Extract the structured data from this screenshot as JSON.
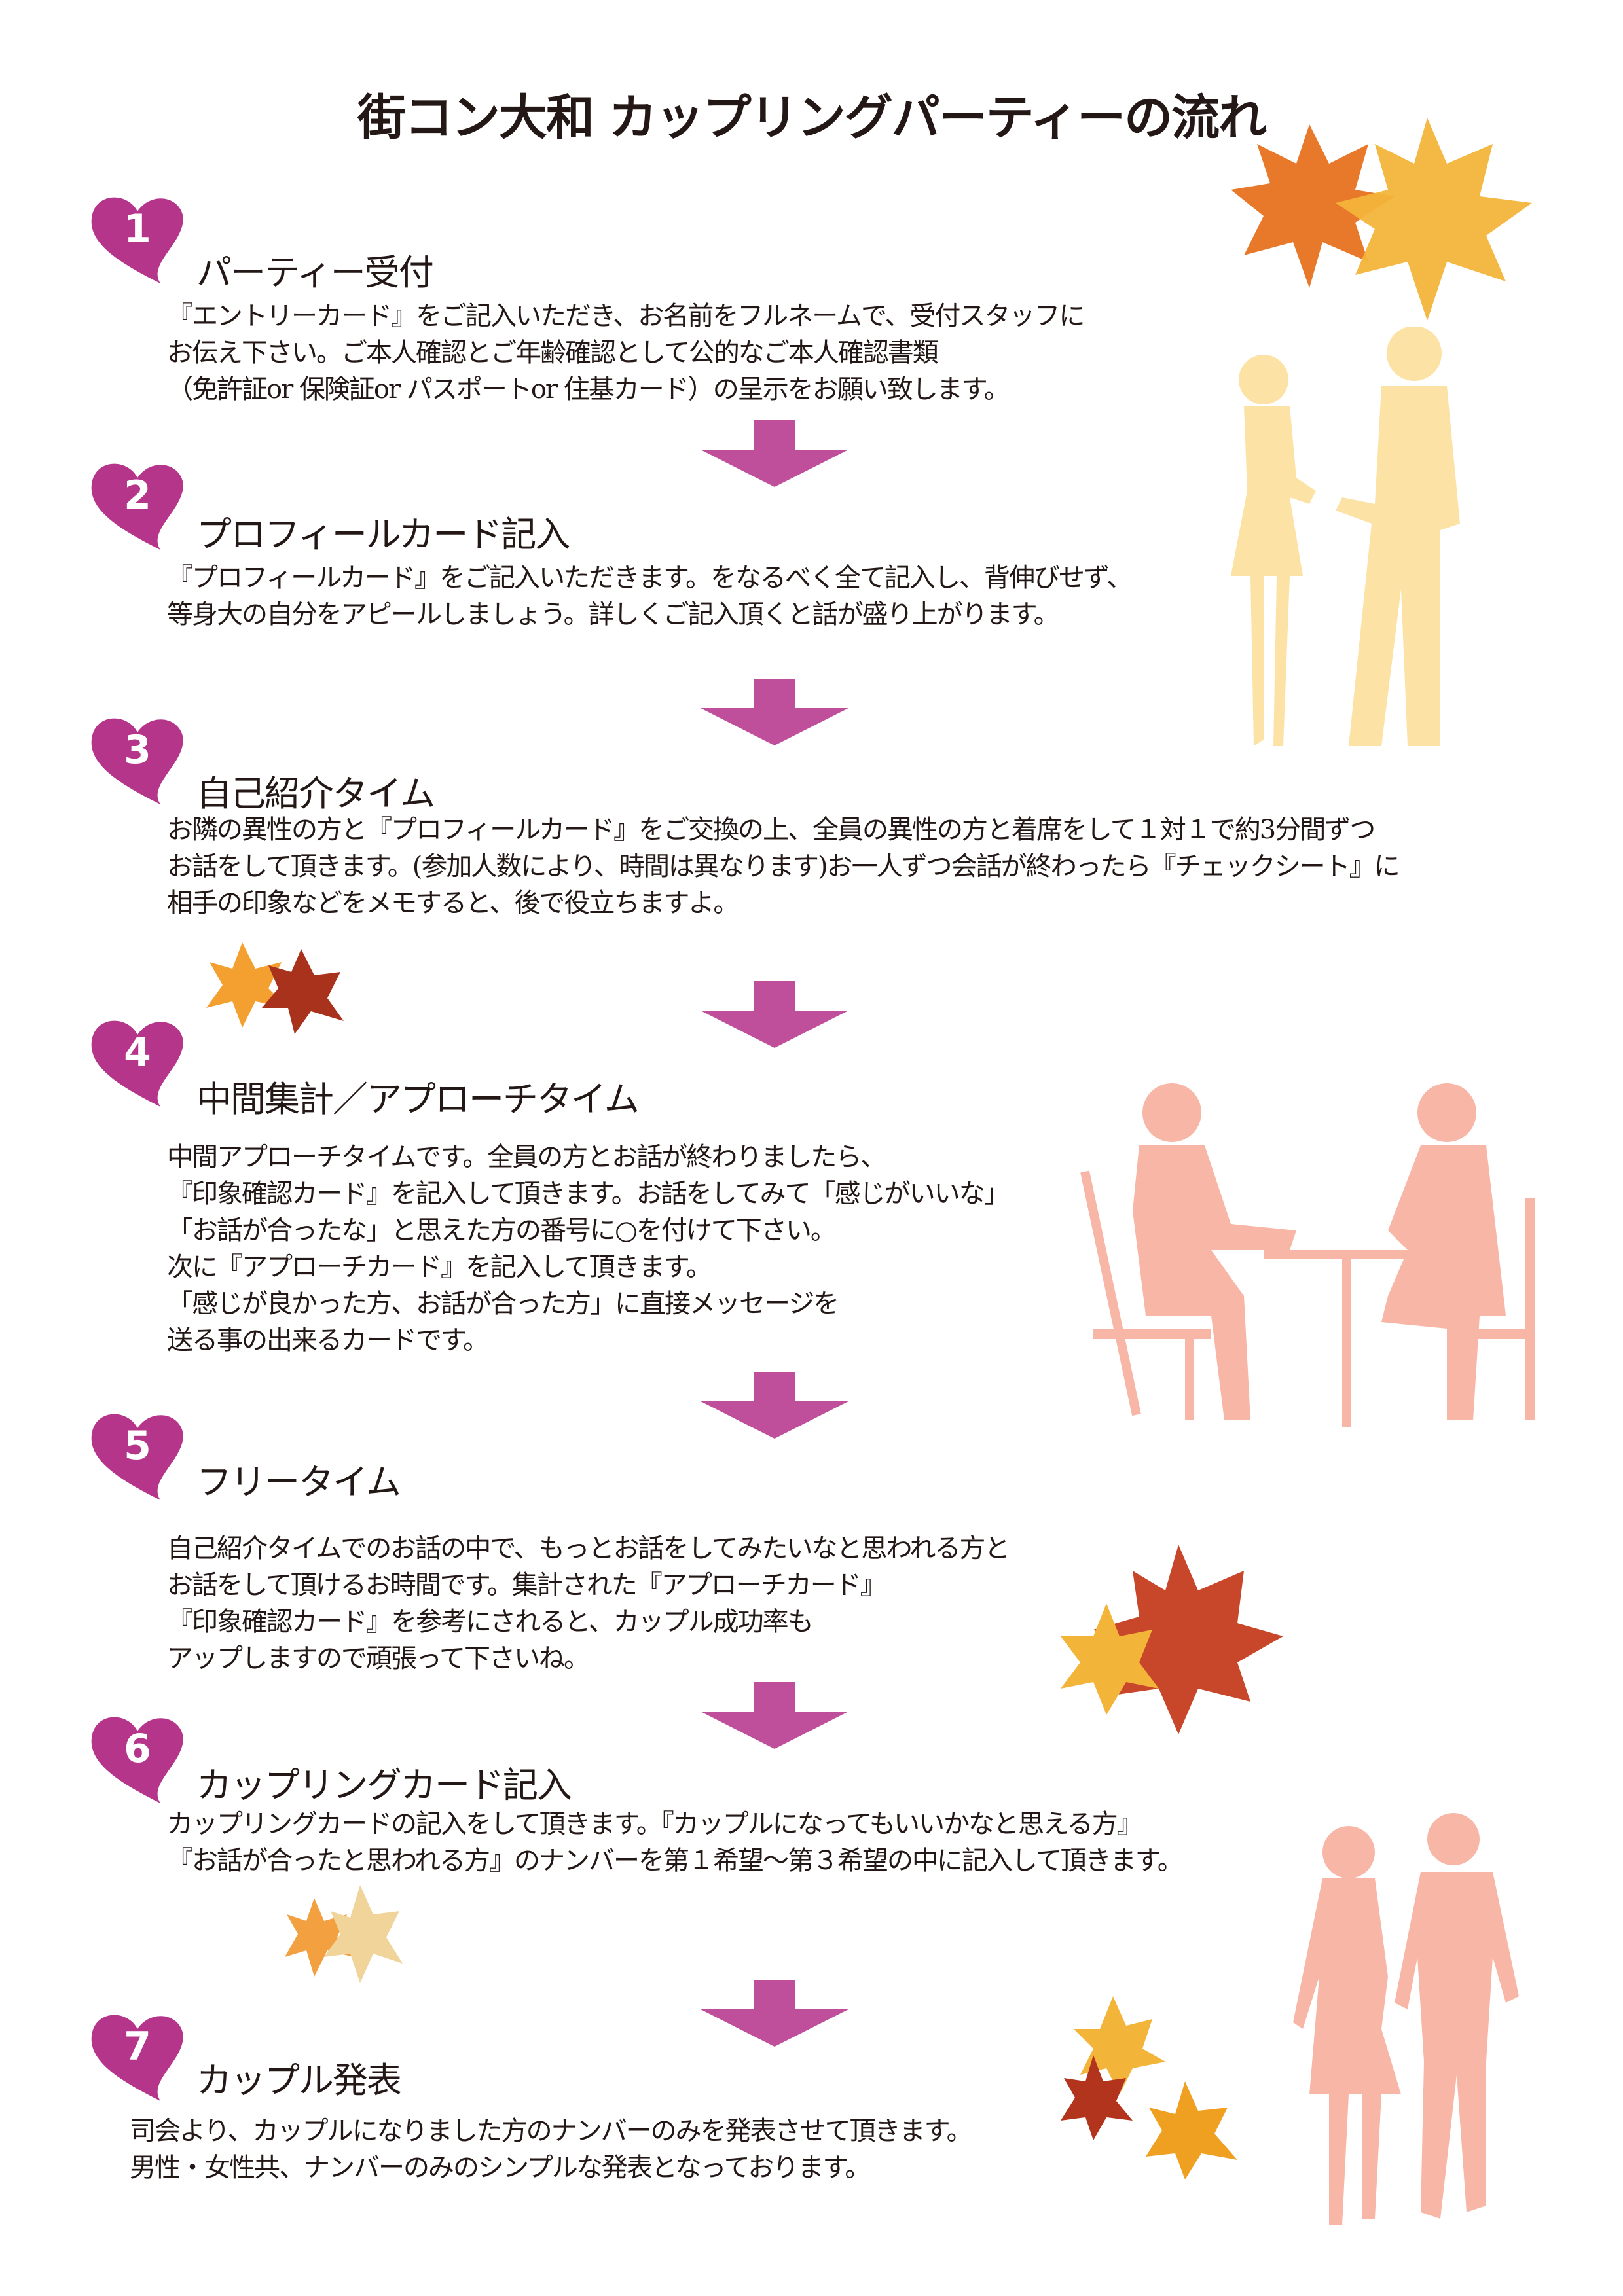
{
  "title": "街コン大和 カップリングパーティーの流れ",
  "colors": {
    "heart": "#b5358a",
    "arrow": "#c04f9b",
    "silhouette_top": "#fde2a6",
    "silhouette_pink": "#f8b6a6",
    "leaf_orange": "#e8782a",
    "leaf_yellow": "#f3b43a",
    "leaf_red": "#b3341c"
  },
  "steps": [
    {
      "number": "1",
      "heading": "パーティー受付",
      "lines": [
        "『エントリーカード』をご記入いただき、お名前をフルネームで、受付スタッフに",
        "お伝え下さい。ご本人確認とご年齢確認として公的なご本人確認書類",
        "（免許証or 保険証or パスポートor 住基カード）の呈示をお願い致します。"
      ]
    },
    {
      "number": "2",
      "heading": "プロフィールカード記入",
      "lines": [
        "『プロフィールカード』をご記入いただきます。をなるべく全て記入し、背伸びせず、",
        "等身大の自分をアピールしましょう。詳しくご記入頂くと話が盛り上がります。"
      ]
    },
    {
      "number": "3",
      "heading": "自己紹介タイム",
      "lines": [
        "お隣の異性の方と『プロフィールカード』をご交換の上、全員の異性の方と着席をして１対１で約3分間ずつ",
        "お話をして頂きます。(参加人数により、時間は異なります)お一人ずつ会話が終わったら『チェックシート』に",
        "相手の印象などをメモすると、後で役立ちますよ。"
      ]
    },
    {
      "number": "4",
      "heading": "中間集計／アプローチタイム",
      "lines": [
        "中間アプローチタイムです。全員の方とお話が終わりましたら、",
        "『印象確認カード』を記入して頂きます。お話をしてみて「感じがいいな」",
        "「お話が合ったな」と思えた方の番号に○を付けて下さい。",
        "次に『アプローチカード』を記入して頂きます。",
        "「感じが良かった方、お話が合った方」に直接メッセージを",
        "送る事の出来るカードです。"
      ]
    },
    {
      "number": "5",
      "heading": "フリータイム",
      "lines": [
        "自己紹介タイムでのお話の中で、もっとお話をしてみたいなと思われる方と",
        "お話をして頂けるお時間です。集計された『アプローチカード』",
        "『印象確認カード』を参考にされると、カップル成功率も",
        "アップしますので頑張って下さいね。"
      ]
    },
    {
      "number": "6",
      "heading": "カップリングカード記入",
      "lines": [
        "カップリングカードの記入をして頂きます。『カップルになってもいいかなと思える方』",
        "『お話が合ったと思われる方』のナンバーを第１希望～第３希望の中に記入して頂きます。"
      ]
    },
    {
      "number": "7",
      "heading": "カップル発表",
      "lines": [
        "司会より、カップルになりました方のナンバーのみを発表させて頂きます。",
        "男性・女性共、ナンバーのみのシンプルな発表となっております。"
      ]
    }
  ]
}
